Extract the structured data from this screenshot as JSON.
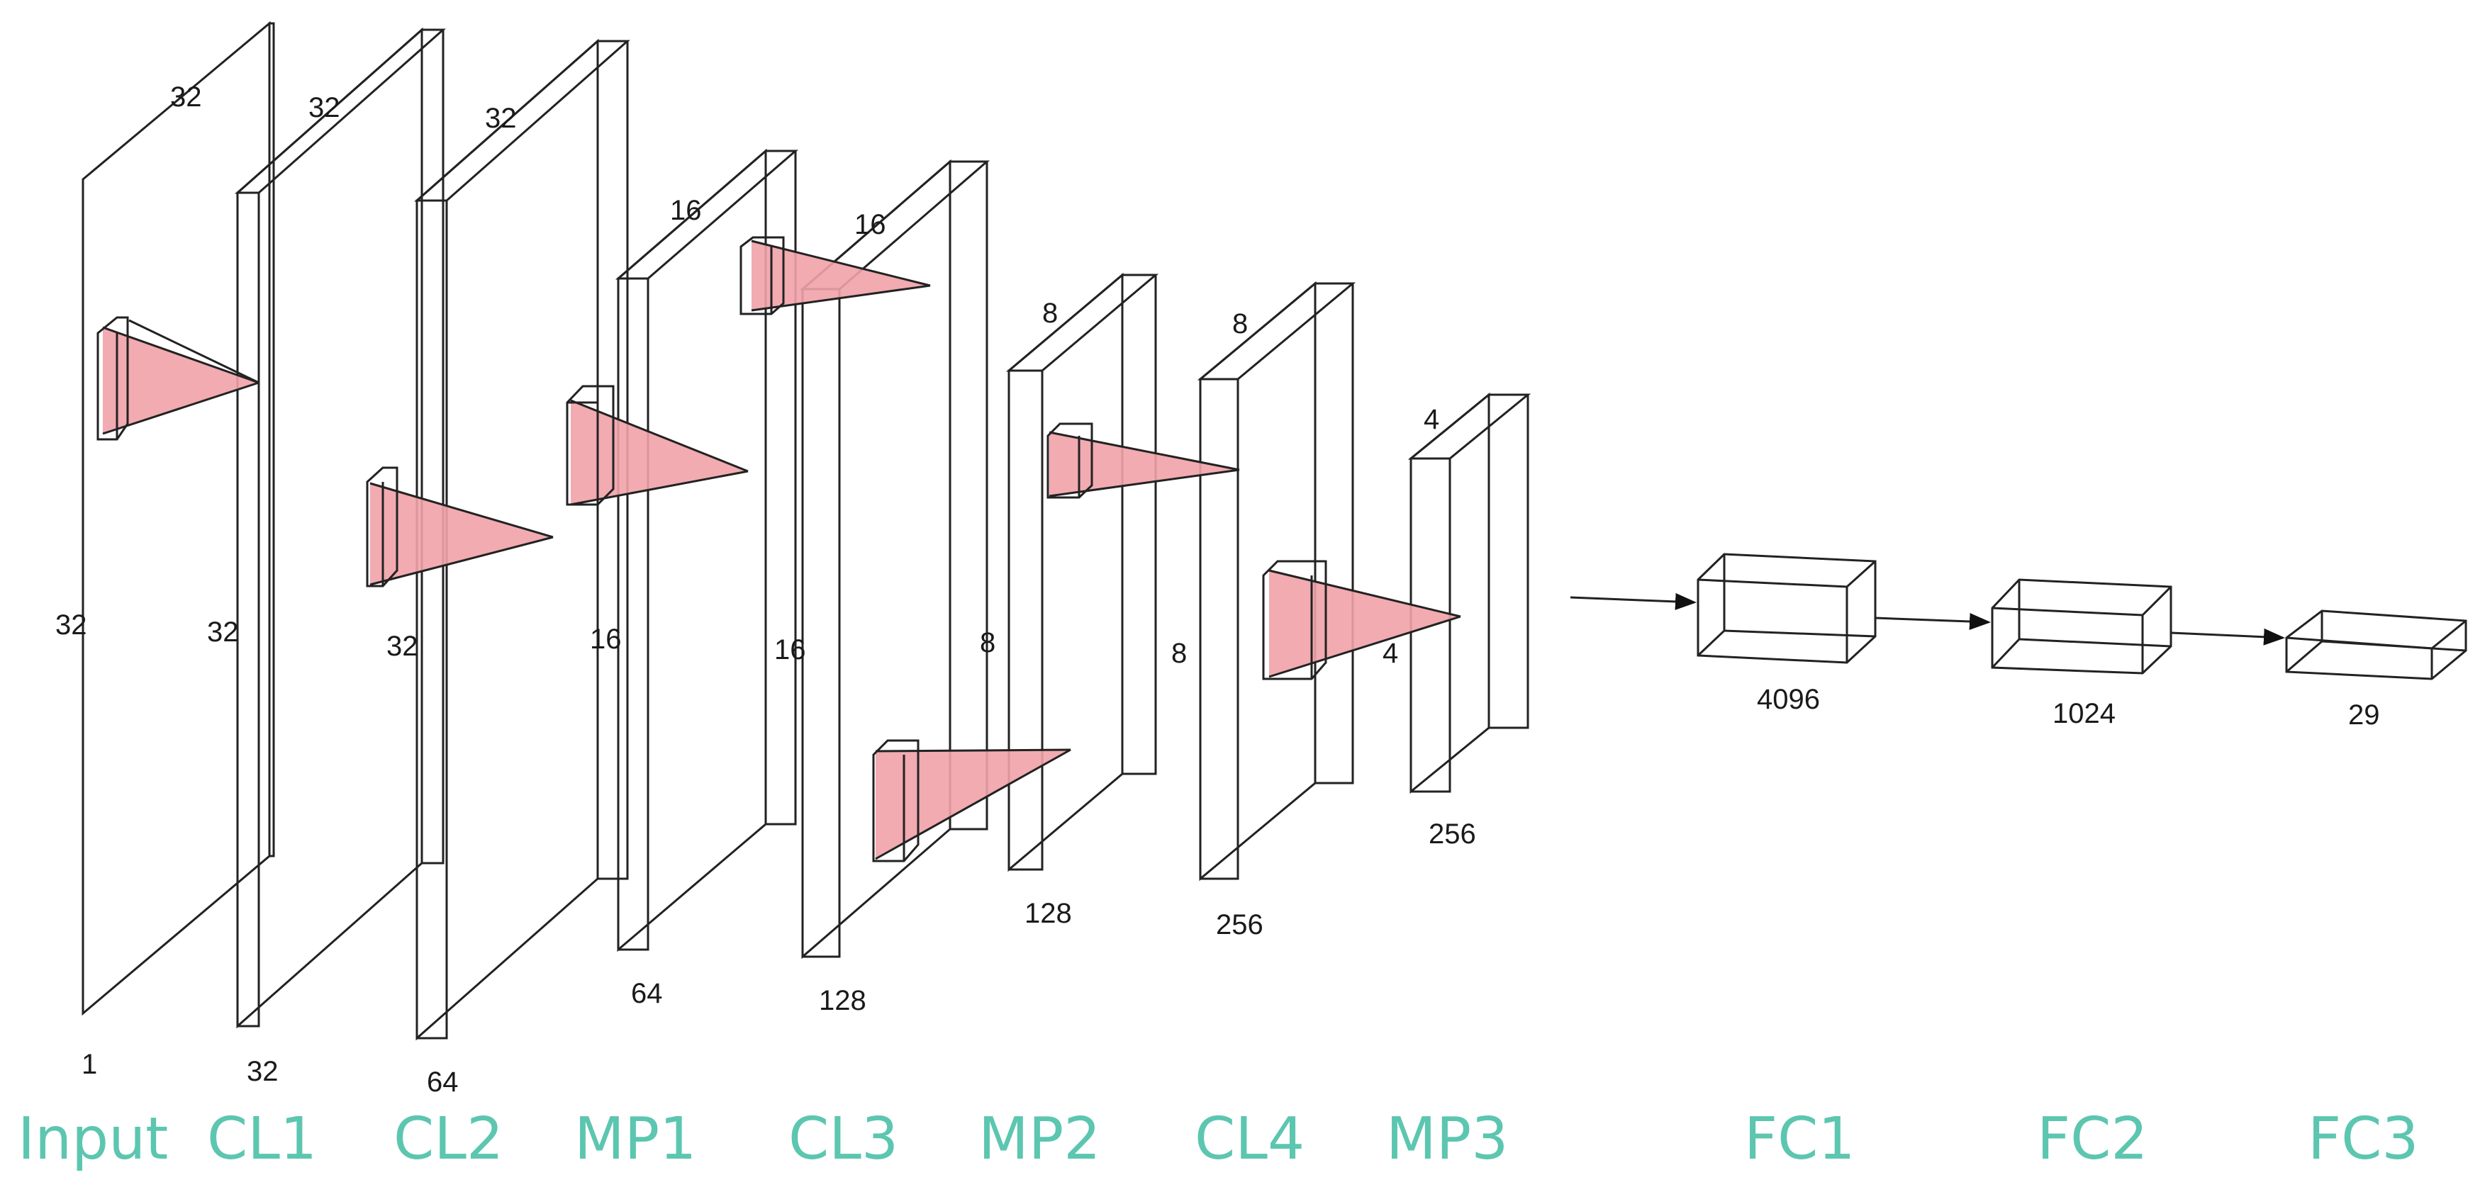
{
  "colors": {
    "label": "#5cc6b0",
    "slab_face": "#d3d3d3",
    "slab_side": "#a9a9a9",
    "slab_top": "#c4c4c4",
    "kernel": "#8fc3e6",
    "cone": "#f0a2a8",
    "edge": "#222222",
    "arrowhead": "#111111"
  },
  "stages": [
    {
      "id": "input",
      "label": "Input",
      "dims": {
        "width": "32",
        "height": "32",
        "depth": "1"
      }
    },
    {
      "id": "cl1",
      "label": "CL1",
      "dims": {
        "width": "32",
        "height": "32",
        "depth": "32"
      }
    },
    {
      "id": "cl2",
      "label": "CL2",
      "dims": {
        "width": "32",
        "height": "32",
        "depth": "64"
      }
    },
    {
      "id": "mp1",
      "label": "MP1",
      "dims": {
        "width": "16",
        "height": "16",
        "depth": "64"
      }
    },
    {
      "id": "cl3",
      "label": "CL3",
      "dims": {
        "width": "16",
        "height": "16",
        "depth": "128"
      }
    },
    {
      "id": "mp2",
      "label": "MP2",
      "dims": {
        "width": "8",
        "height": "8",
        "depth": "128"
      }
    },
    {
      "id": "cl4",
      "label": "CL4",
      "dims": {
        "width": "8",
        "height": "8",
        "depth": "256"
      }
    },
    {
      "id": "mp3",
      "label": "MP3",
      "dims": {
        "width": "4",
        "height": "4",
        "depth": "256"
      }
    },
    {
      "id": "fc1",
      "label": "FC1",
      "dims": {
        "units": "4096"
      }
    },
    {
      "id": "fc2",
      "label": "FC2",
      "dims": {
        "units": "1024"
      }
    },
    {
      "id": "fc3",
      "label": "FC3",
      "dims": {
        "units": "29"
      }
    }
  ]
}
